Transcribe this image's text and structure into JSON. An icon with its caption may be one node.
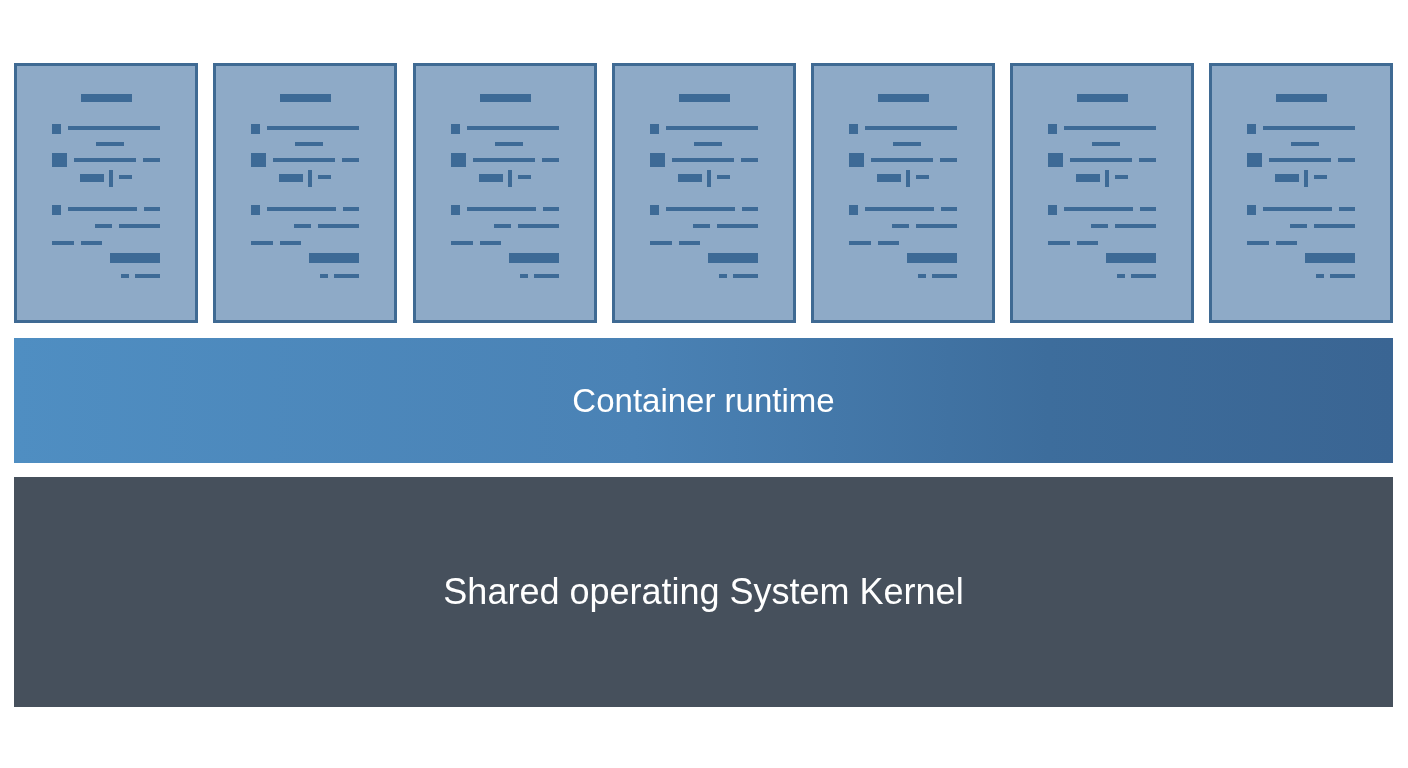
{
  "diagram": {
    "nodes": [
      {
        "text": [],
        "shape": "picture"
      },
      {
        "text": [],
        "shape": "picture"
      },
      {
        "text": [],
        "shape": "picture"
      },
      {
        "text": [],
        "shape": "picture"
      },
      {
        "text": [],
        "shape": "picture"
      },
      {
        "text": [],
        "shape": "picture"
      },
      {
        "text": [],
        "shape": "picture"
      },
      {
        "text": [
          "Container runtime"
        ]
      },
      {
        "text": [
          "Shared operating System Kernel"
        ]
      }
    ]
  }
}
